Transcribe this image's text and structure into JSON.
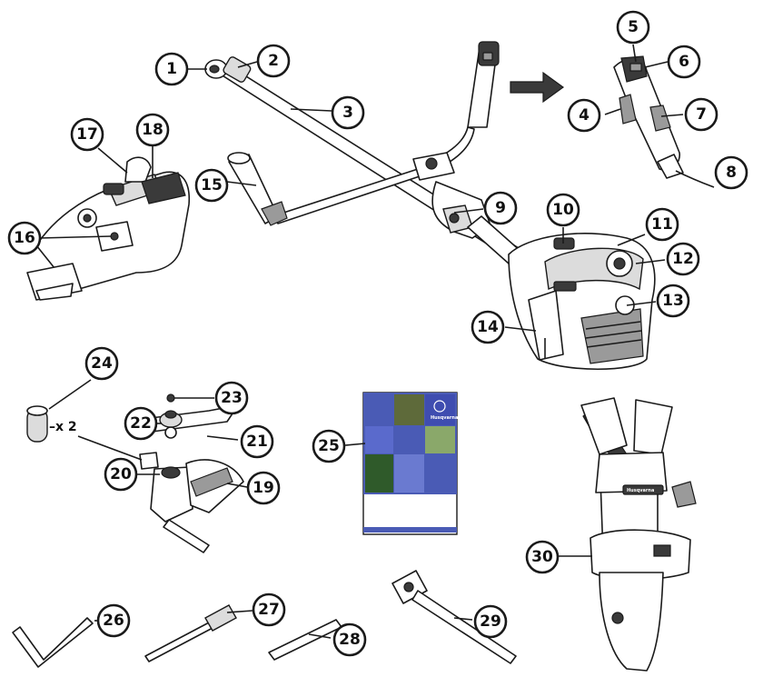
{
  "labels": [
    "1",
    "2",
    "3",
    "4",
    "5",
    "6",
    "7",
    "8",
    "9",
    "10",
    "11",
    "12",
    "13",
    "14",
    "15",
    "16",
    "17",
    "18",
    "19",
    "20",
    "21",
    "22",
    "23",
    "24",
    "25",
    "26",
    "27",
    "28",
    "29",
    "30"
  ],
  "quantity_note": "–x 2",
  "manual_cover": {
    "brand_text": "Husqvarna",
    "colors": [
      "#4a5bb5",
      "#6a7ad0",
      "#5e6a3a",
      "#2f5a2a",
      "#8aa86a"
    ]
  },
  "harness_logo_text": "Husqvarna"
}
